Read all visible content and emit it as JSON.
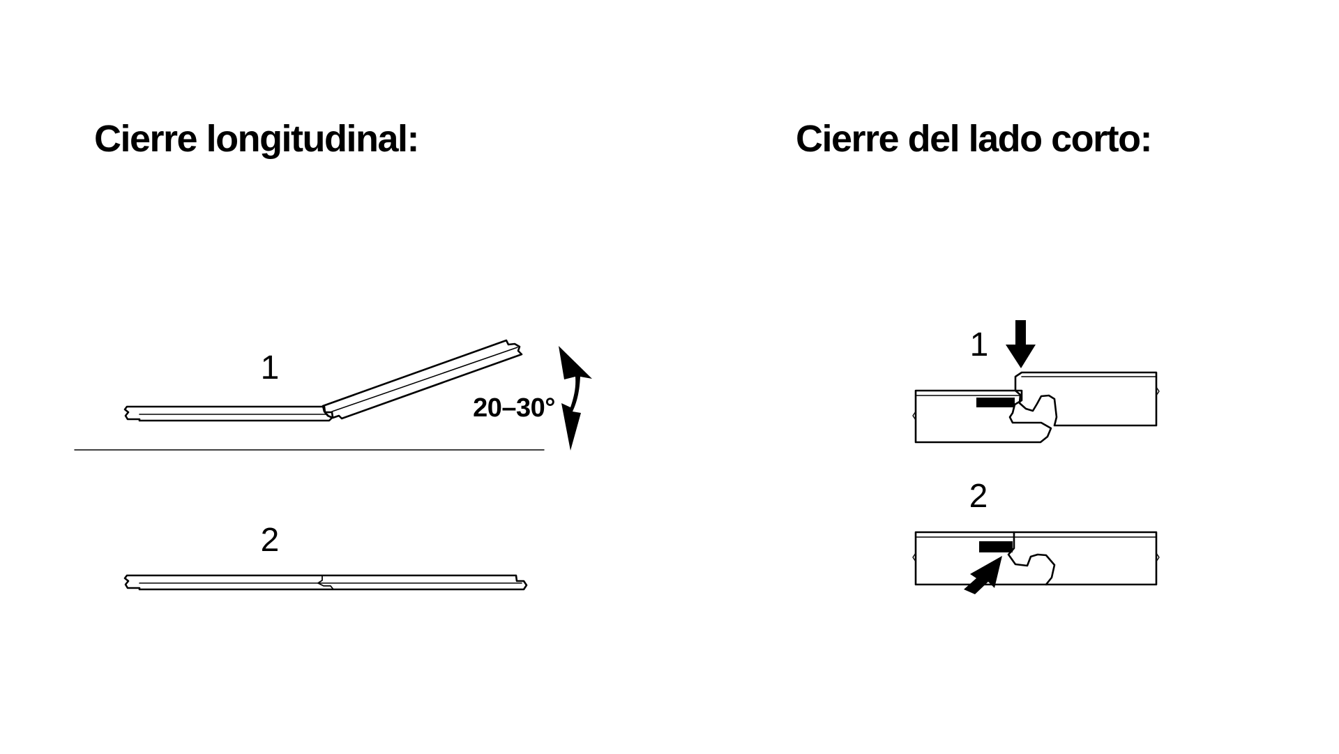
{
  "titles": {
    "longitudinal": "Cierre longitudinal:",
    "short_side": "Cierre del lado corto:"
  },
  "longitudinal": {
    "step1_label": "1",
    "step2_label": "2",
    "angle_label": "20–30°"
  },
  "short_side": {
    "step1_label": "1",
    "step2_label": "2"
  }
}
